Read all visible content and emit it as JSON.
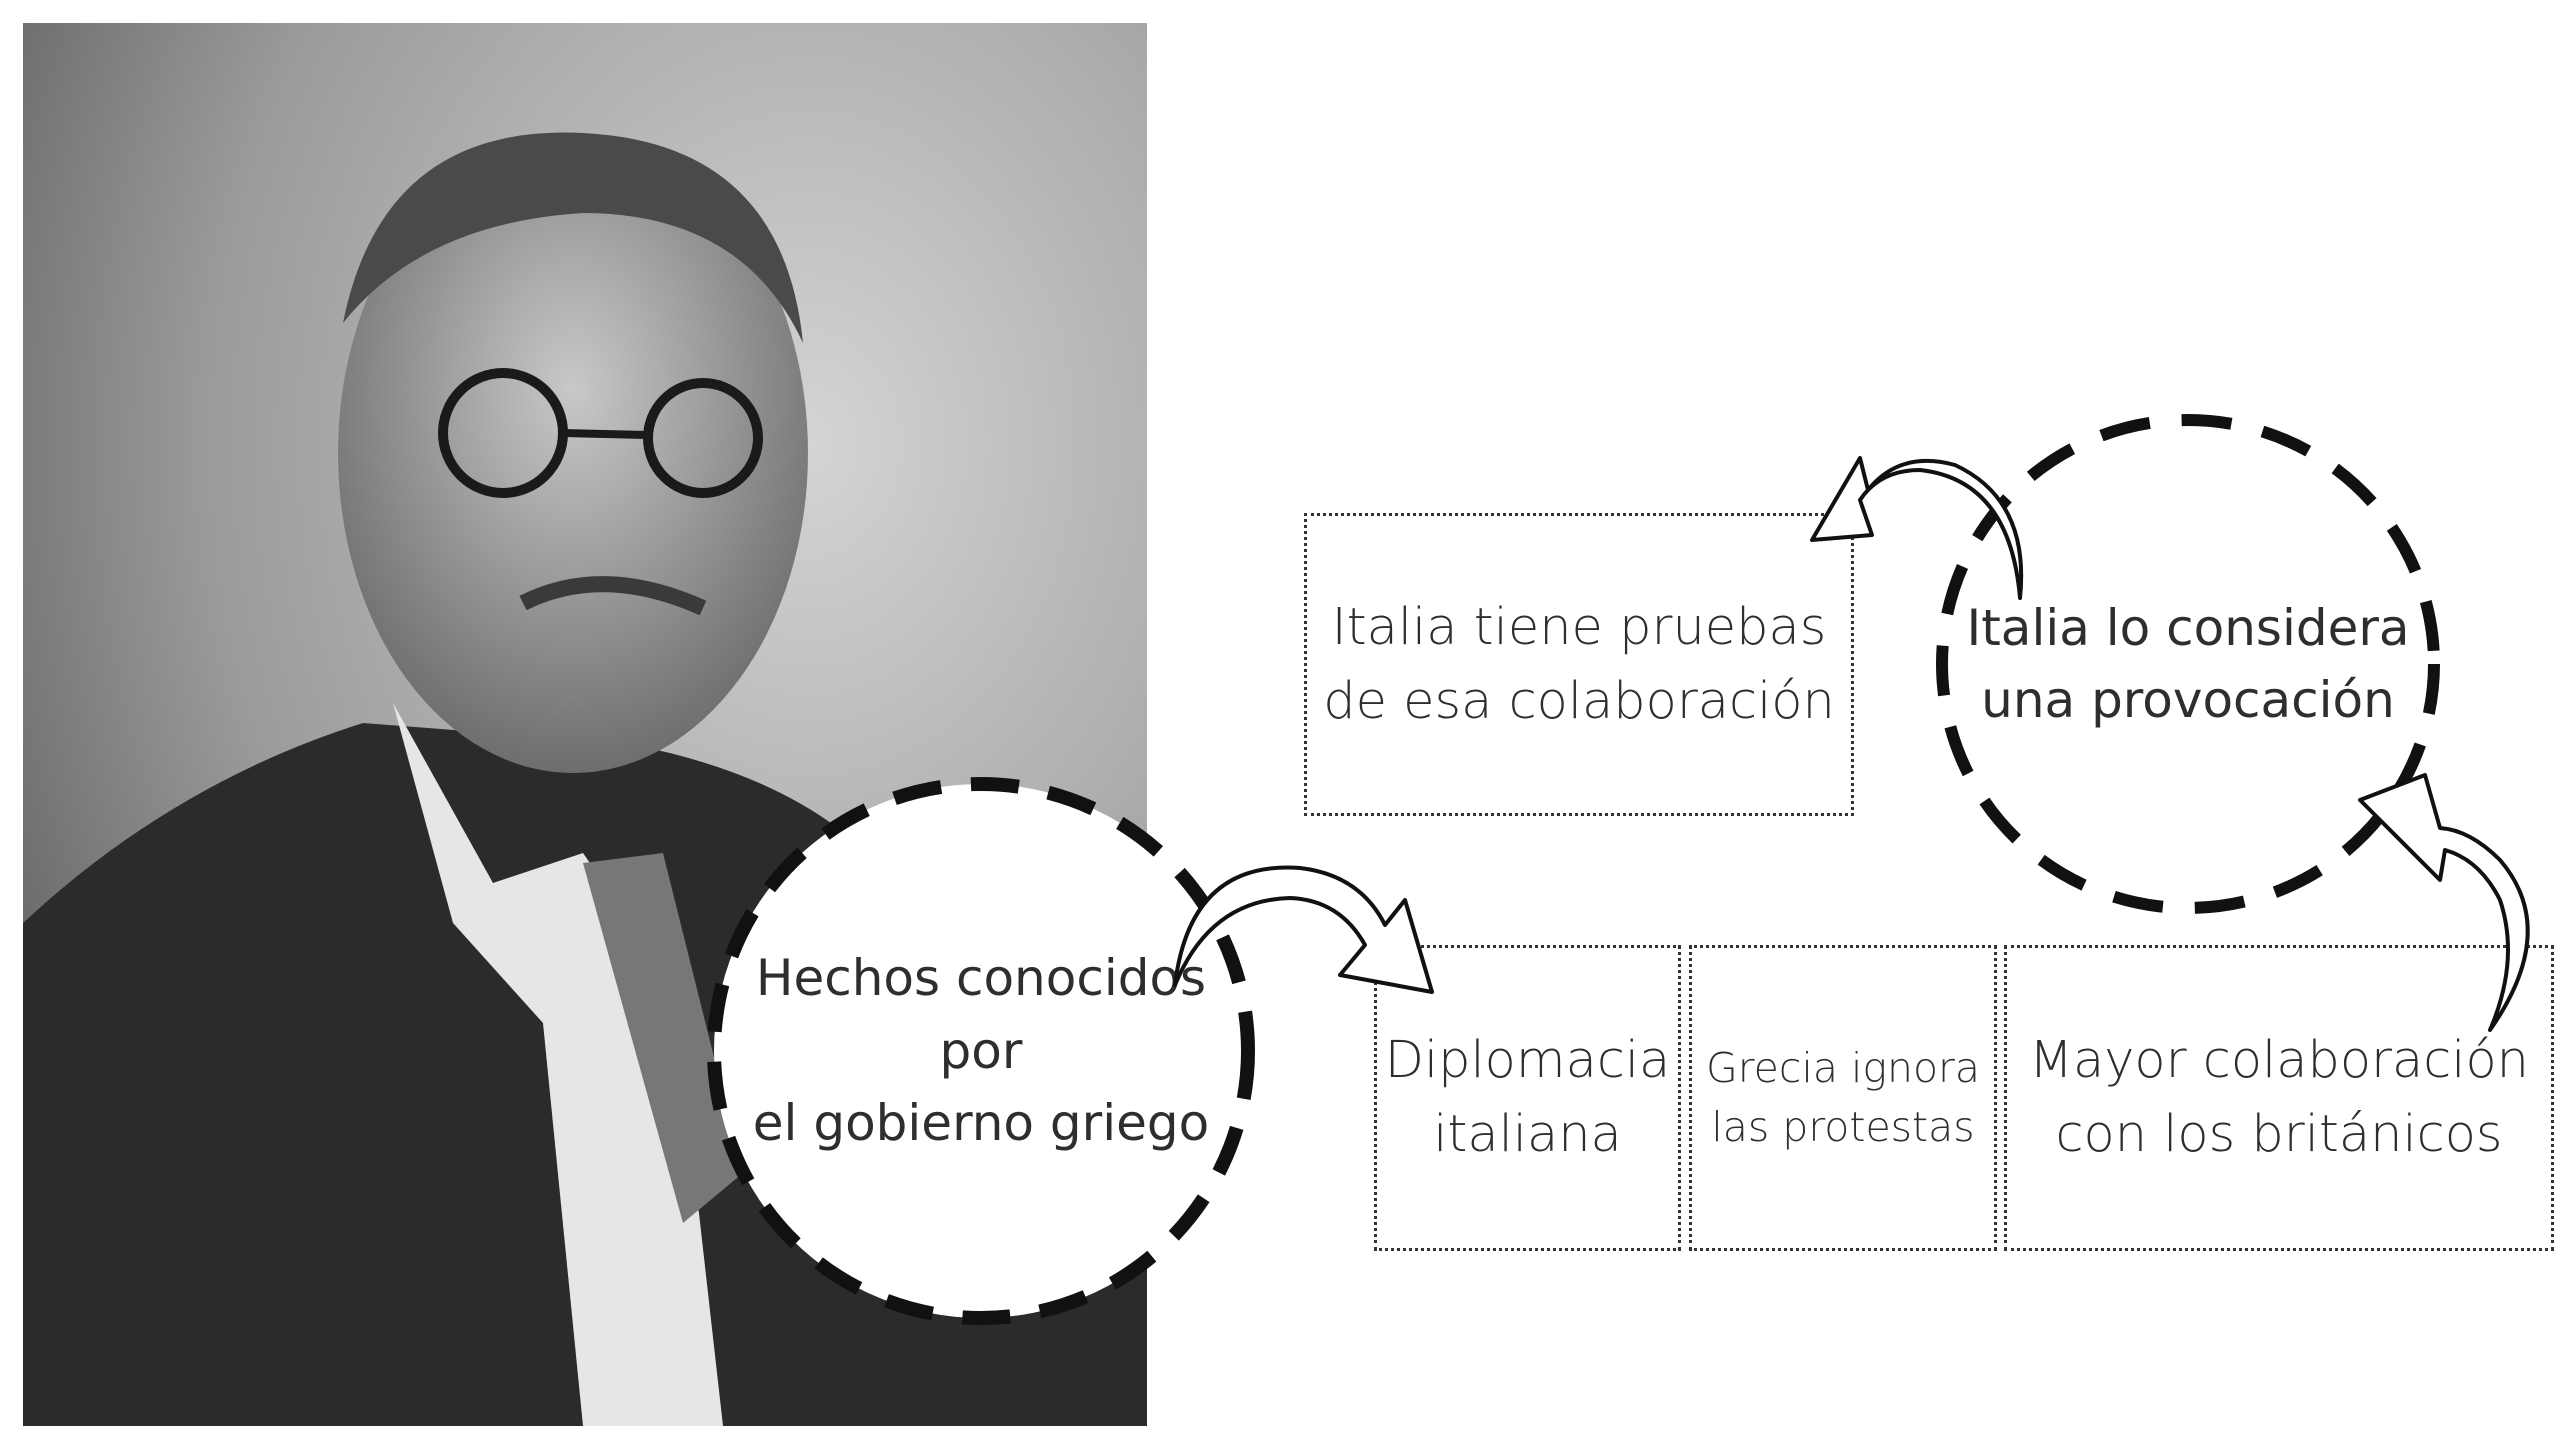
{
  "diagram": {
    "center_node": "Hechos conocidos por\nel gobierno griego",
    "evidence_box": "Italia tiene pruebas\nde esa colaboración",
    "provocation_node": "Italia lo considera\nuna provocación",
    "bottom_boxes": [
      "Diplomacia\nitaliana",
      "Grecia ignora\nlas protestas",
      "Mayor colaboración\ncon los británicos"
    ]
  }
}
